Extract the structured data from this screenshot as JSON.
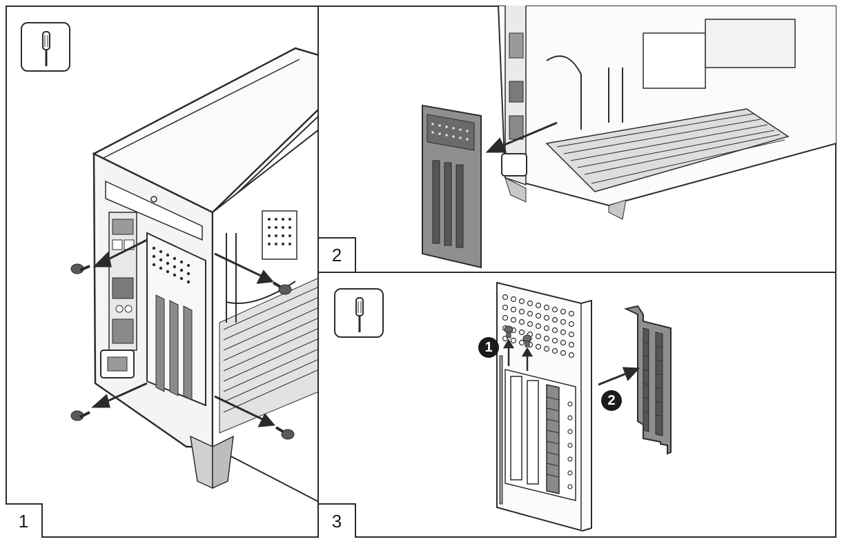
{
  "steps": [
    {
      "number": "1",
      "tool_icon": "screwdriver-icon"
    },
    {
      "number": "2"
    },
    {
      "number": "3",
      "tool_icon": "screwdriver-icon"
    }
  ],
  "callouts": {
    "remove_screws": "1",
    "slide_bracket": "2"
  },
  "colors": {
    "line": "#2b2b2b",
    "fill_dark": "#6e6e6e",
    "fill_mid": "#a8a8a8",
    "fill_light": "#e6e6e6"
  }
}
